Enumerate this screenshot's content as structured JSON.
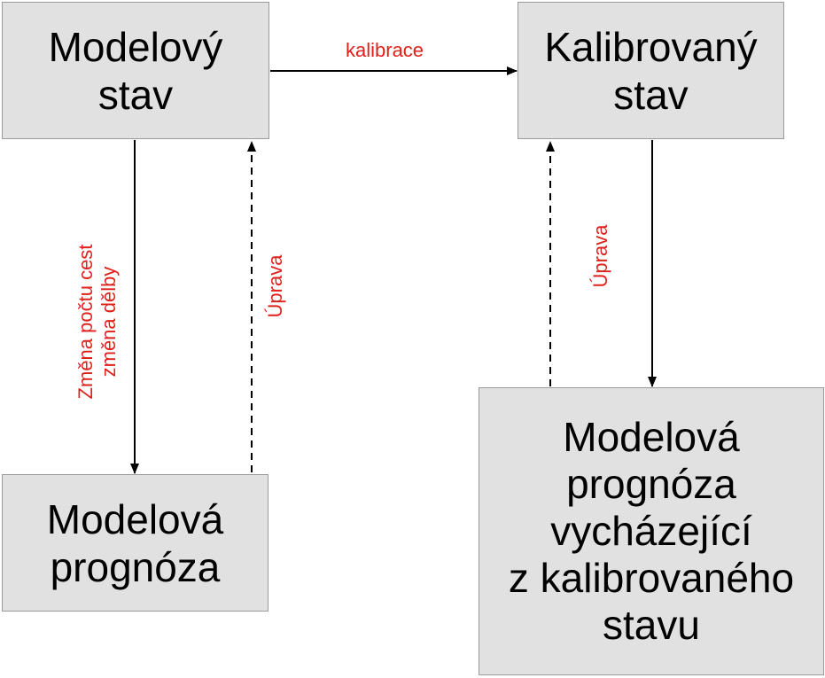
{
  "boxes": {
    "model_state": "Modelový\nstav",
    "calibrated_state": "Kalibrovaný\nstav",
    "model_forecast": "Modelová\nprognóza",
    "calibrated_forecast": "Modelová\nprognóza\nvycházející\nz kalibrovaného\nstavu"
  },
  "labels": {
    "calibration": "kalibrace",
    "change": "Změna počtu cest\nzměna dělby",
    "adjust_left": "Úprava",
    "adjust_right": "Úprava"
  },
  "colors": {
    "box_fill": "#e1e1e1",
    "box_border": "#9a9a9a",
    "label": "#e0201b",
    "arrow": "#000000"
  }
}
